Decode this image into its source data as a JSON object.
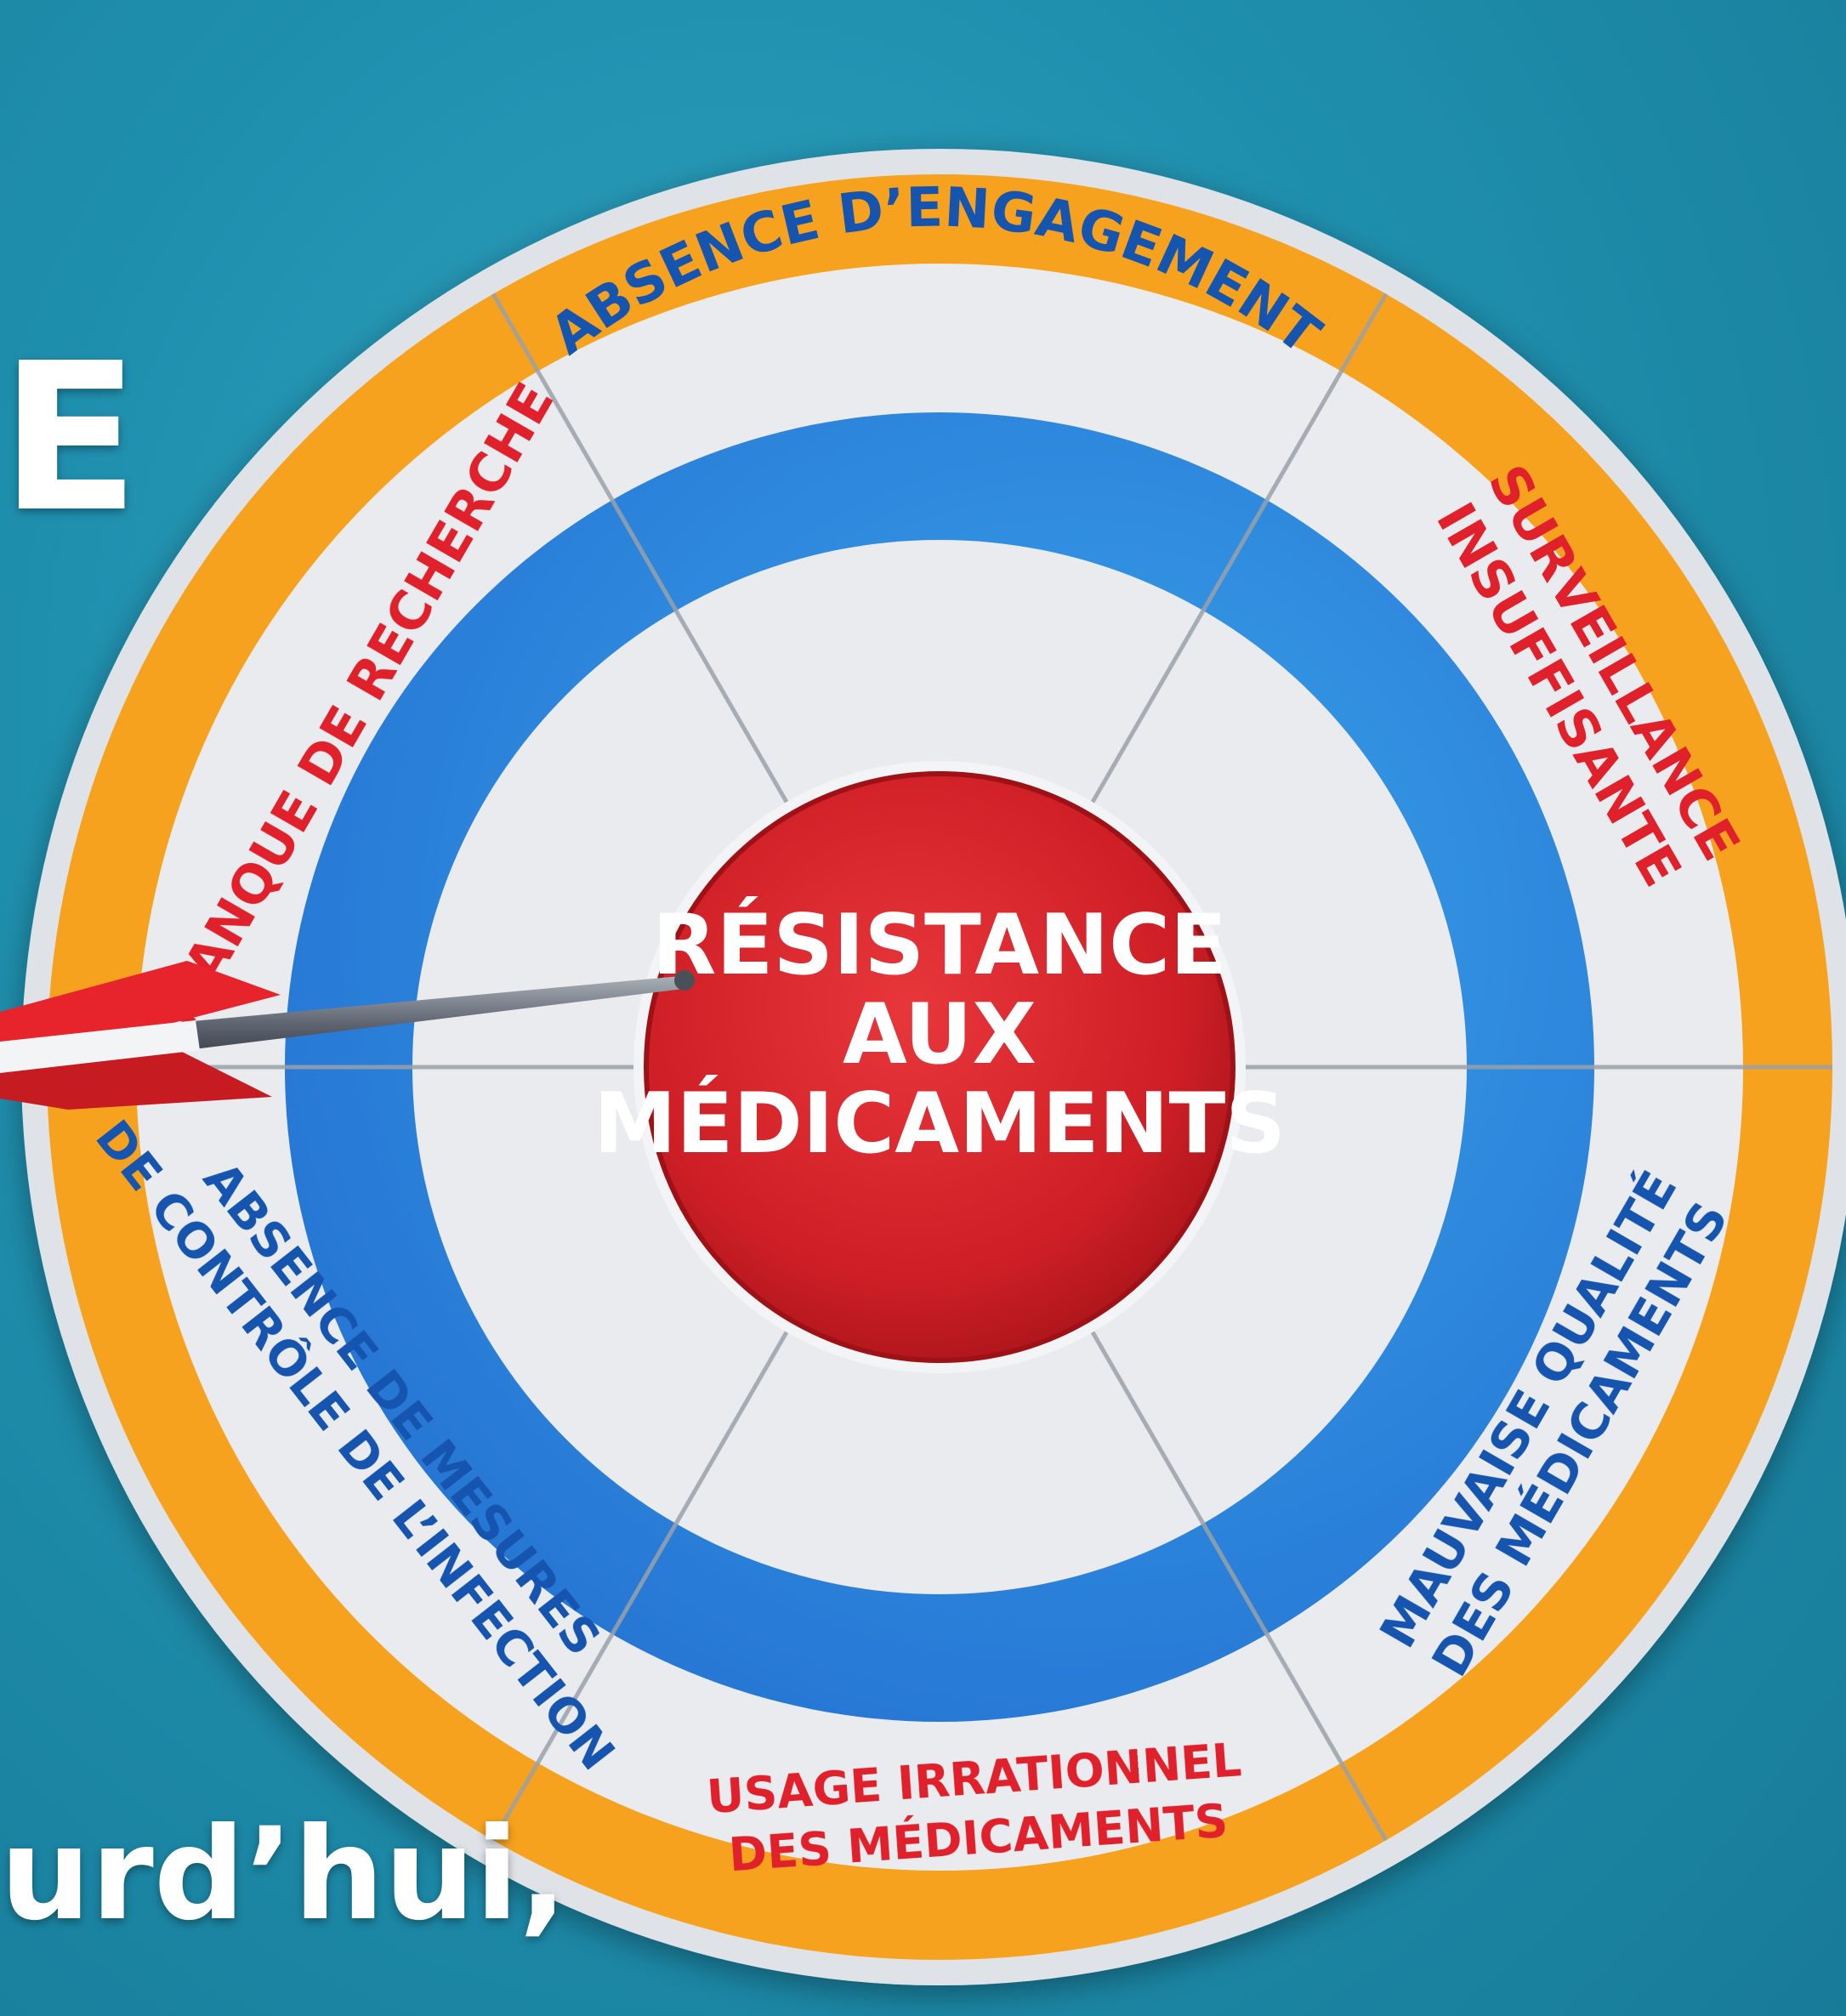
{
  "center_label": [
    "RÉSISTANCE",
    "AUX",
    "MÉDICAMENTS"
  ],
  "segments": [
    {
      "id": "top",
      "lines": [
        "ABSENCE D’ENGAGEMENT"
      ],
      "color": "#1555b0"
    },
    {
      "id": "top-right",
      "lines": [
        "SURVEILLANCE",
        "INSUFFISANTE"
      ],
      "color": "#e0202a"
    },
    {
      "id": "bottom-right",
      "lines": [
        "MAUVAISE QUALITÉ",
        "DES MÉDICAMENTS"
      ],
      "color": "#1555b0"
    },
    {
      "id": "bottom",
      "lines": [
        "USAGE IRRATIONNEL",
        "DES MÉDICAMENTS"
      ],
      "color": "#e0202a"
    },
    {
      "id": "bottom-left",
      "lines": [
        "ABSENCE DE MESURES",
        "DE CONTRÔLE DE L’INFECTION"
      ],
      "color": "#1555b0"
    },
    {
      "id": "top-left",
      "lines": [
        "MANQUE DE RECHERCHE"
      ],
      "color": "#e0202a"
    }
  ],
  "cropped_text": {
    "headline_letter": "E",
    "bottom_line_1": "urd’hui,",
    "bottom_line_2": ""
  },
  "colors": {
    "background": "#1f8fae",
    "orange_ring": "#f7a21e",
    "blue_ring": "#2e86df",
    "light_ring": "#e9ebee",
    "bullseye": "#d7262c",
    "blue_text": "#1555b0",
    "red_text": "#e0202a"
  }
}
